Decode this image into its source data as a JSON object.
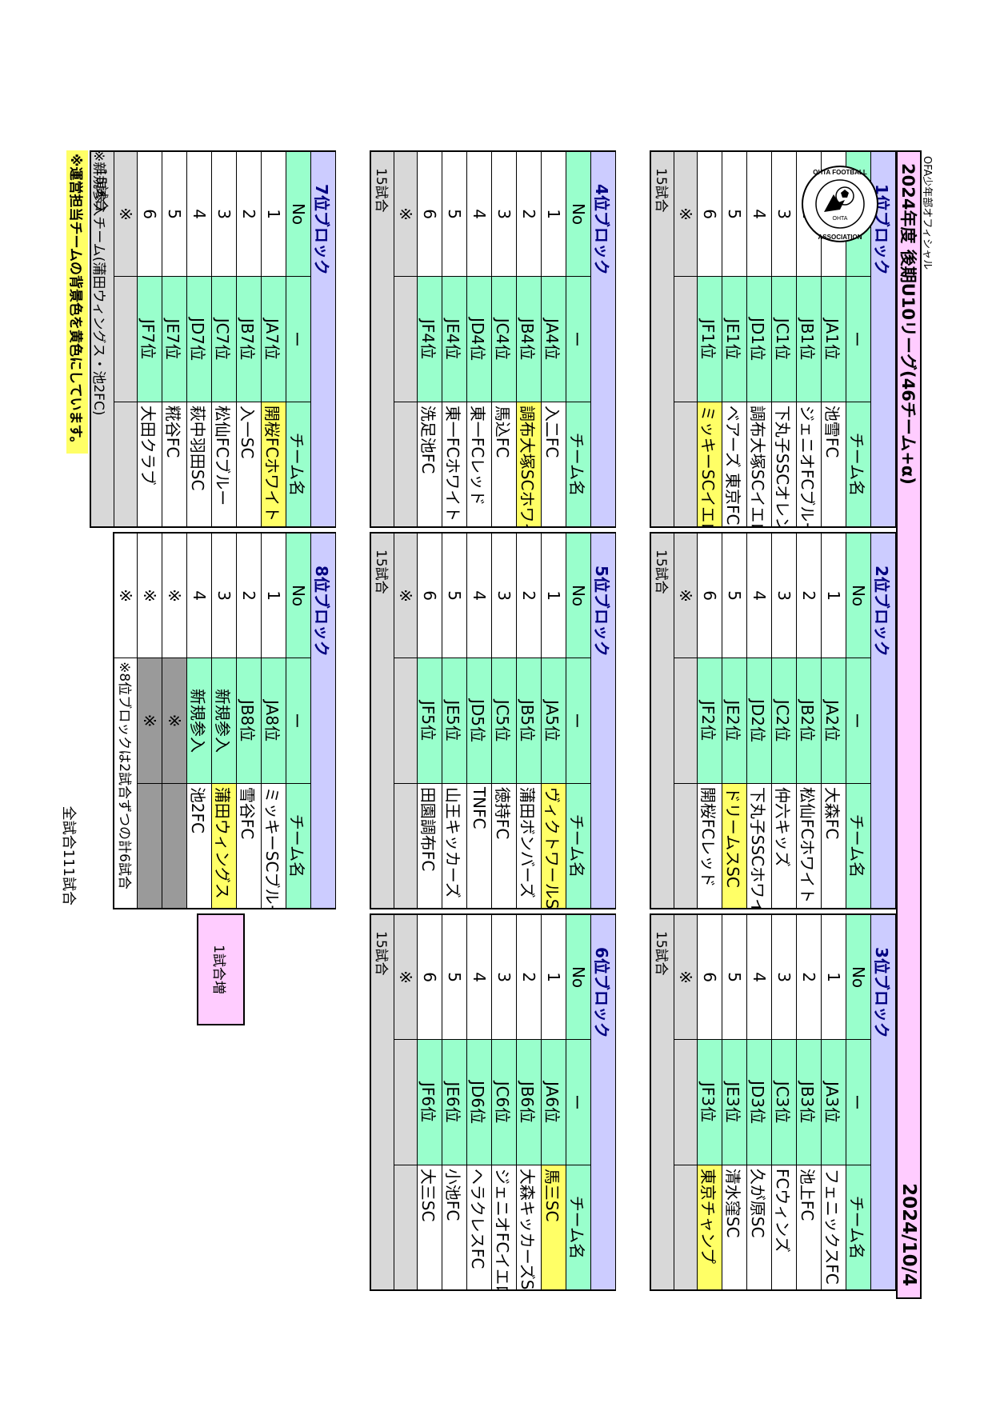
{
  "page": {
    "title": "2024年度 後期U10リーグ(46チーム+α)",
    "date": "2024/10/4"
  },
  "headers": {
    "no": "No",
    "rank": "ー",
    "team": "チーム名"
  },
  "blocks": [
    {
      "title": "1位ブロック",
      "total": "15試合",
      "extra": "※",
      "rows": [
        {
          "no": "1",
          "rank": "JA1位",
          "team": "池雪FC",
          "yellow": false
        },
        {
          "no": "2",
          "rank": "JB1位",
          "team": "ジェニオFCブルー",
          "yellow": false
        },
        {
          "no": "3",
          "rank": "JC1位",
          "team": "下丸子SSCオレンジ",
          "yellow": false
        },
        {
          "no": "4",
          "rank": "JD1位",
          "team": "調布大塚SCイエロー",
          "yellow": false
        },
        {
          "no": "5",
          "rank": "JE1位",
          "team": "ベアーズ 東京FC",
          "yellow": false
        },
        {
          "no": "6",
          "rank": "JF1位",
          "team": "ミッキーSCイエロー",
          "yellow": true
        }
      ]
    },
    {
      "title": "2位ブロック",
      "total": "15試合",
      "extra": "※",
      "rows": [
        {
          "no": "1",
          "rank": "JA2位",
          "team": "大森FC",
          "yellow": false
        },
        {
          "no": "2",
          "rank": "JB2位",
          "team": "松仙FCホワイト",
          "yellow": false
        },
        {
          "no": "3",
          "rank": "JC2位",
          "team": "仲六キッズ",
          "yellow": false
        },
        {
          "no": "4",
          "rank": "JD2位",
          "team": "下丸子SSCホワイト",
          "yellow": false
        },
        {
          "no": "5",
          "rank": "JE2位",
          "team": "ドリームスSC",
          "yellow": true
        },
        {
          "no": "6",
          "rank": "JF2位",
          "team": "開桜FCレッド",
          "yellow": false
        }
      ]
    },
    {
      "title": "3位ブロック",
      "total": "15試合",
      "extra": "※",
      "rows": [
        {
          "no": "1",
          "rank": "JA3位",
          "team": "フェニックスFC",
          "yellow": false
        },
        {
          "no": "2",
          "rank": "JB3位",
          "team": "池上FC",
          "yellow": false
        },
        {
          "no": "3",
          "rank": "JC3位",
          "team": "FCウィンズ",
          "yellow": false
        },
        {
          "no": "4",
          "rank": "JD3位",
          "team": "久が原SC",
          "yellow": false
        },
        {
          "no": "5",
          "rank": "JE3位",
          "team": "清水窪SC",
          "yellow": false
        },
        {
          "no": "6",
          "rank": "JF3位",
          "team": "東京チャンプ",
          "yellow": true
        }
      ]
    },
    {
      "title": "4位ブロック",
      "total": "15試合",
      "extra": "※",
      "rows": [
        {
          "no": "1",
          "rank": "JA4位",
          "team": "入二FC",
          "yellow": false
        },
        {
          "no": "2",
          "rank": "JB4位",
          "team": "調布大塚SCホワイト",
          "yellow": true
        },
        {
          "no": "3",
          "rank": "JC4位",
          "team": "馬込FC",
          "yellow": false
        },
        {
          "no": "4",
          "rank": "JD4位",
          "team": "東一FCレッド",
          "yellow": false
        },
        {
          "no": "5",
          "rank": "JE4位",
          "team": "東一FCホワイト",
          "yellow": false
        },
        {
          "no": "6",
          "rank": "JF4位",
          "team": "洗足池FC",
          "yellow": false
        }
      ]
    },
    {
      "title": "5位ブロック",
      "total": "15試合",
      "extra": "※",
      "rows": [
        {
          "no": "1",
          "rank": "JA5位",
          "team": "ヴィクトワールS.C",
          "yellow": true
        },
        {
          "no": "2",
          "rank": "JB5位",
          "team": "蒲田ボンバーズ",
          "yellow": false
        },
        {
          "no": "3",
          "rank": "JC5位",
          "team": "徳持FC",
          "yellow": false
        },
        {
          "no": "4",
          "rank": "JD5位",
          "team": "TNFC",
          "yellow": false
        },
        {
          "no": "5",
          "rank": "JE5位",
          "team": "山王キッカーズ",
          "yellow": false
        },
        {
          "no": "6",
          "rank": "JF5位",
          "team": "田園調布FC",
          "yellow": false
        }
      ]
    },
    {
      "title": "6位ブロック",
      "total": "15試合",
      "extra": "※",
      "rows": [
        {
          "no": "1",
          "rank": "JA6位",
          "team": "馬三SC",
          "yellow": true
        },
        {
          "no": "2",
          "rank": "JB6位",
          "team": "大森キッカーズSC",
          "yellow": false
        },
        {
          "no": "3",
          "rank": "JC6位",
          "team": "ジェニオFCイエロー",
          "yellow": false
        },
        {
          "no": "4",
          "rank": "JD6位",
          "team": "ヘラクレスFC",
          "yellow": false
        },
        {
          "no": "5",
          "rank": "JE6位",
          "team": "小池FC",
          "yellow": false
        },
        {
          "no": "6",
          "rank": "JF6位",
          "team": "大三SC",
          "yellow": false
        }
      ]
    },
    {
      "title": "7位ブロック",
      "total": "15試合",
      "extra": "※",
      "rows": [
        {
          "no": "1",
          "rank": "JA7位",
          "team": "開桜FCホワイト",
          "yellow": true
        },
        {
          "no": "2",
          "rank": "JB7位",
          "team": "入一SC",
          "yellow": false
        },
        {
          "no": "3",
          "rank": "JC7位",
          "team": "松仙FCブルー",
          "yellow": false
        },
        {
          "no": "4",
          "rank": "JD7位",
          "team": "萩中羽田SC",
          "yellow": false
        },
        {
          "no": "5",
          "rank": "JE7位",
          "team": "糀谷FC",
          "yellow": false
        },
        {
          "no": "6",
          "rank": "JF7位",
          "team": "大田クラブ",
          "yellow": false
        }
      ]
    },
    {
      "title": "8位ブロック",
      "extra": "※",
      "note": "※8位ブロックは2試合ずつの計6試合",
      "rows": [
        {
          "no": "1",
          "rank": "JA8位",
          "team": "ミッキーSCブルー",
          "yellow": false
        },
        {
          "no": "2",
          "rank": "JB8位",
          "team": "雪谷FC",
          "yellow": false
        },
        {
          "no": "3",
          "rank": "新規参入",
          "team": "蒲田ウィングス",
          "yellow": true
        },
        {
          "no": "4",
          "rank": "新規参入",
          "team": "池2FC",
          "yellow": false
        },
        {
          "no": "※",
          "rank": "※",
          "team": "",
          "yellow": false,
          "grey": true
        },
        {
          "no": "※",
          "rank": "※",
          "team": "",
          "yellow": false,
          "grey": true
        }
      ]
    }
  ],
  "summary": {
    "total_matches": "全試合111試合",
    "increase": "1試合増"
  },
  "footnotes": {
    "new_teams": "※新規参入チーム(蒲田ウィングス・池2FC)",
    "yellow_note": "※運営担当チームの背景色を黄色にしています。"
  },
  "emblem": {
    "ring_text_top": "OHTA FOOTBALL",
    "ring_text_bottom": "ASSOCIATION",
    "center_text": "OHTA",
    "caption": "OFA少年部オフィシャル"
  },
  "colors": {
    "title_bg": "#ffccff",
    "block_title_bg": "#ccccff",
    "header_bg": "#99ffcc",
    "highlight_yellow": "#ffff66",
    "footer_grey": "#d8d8d8"
  }
}
